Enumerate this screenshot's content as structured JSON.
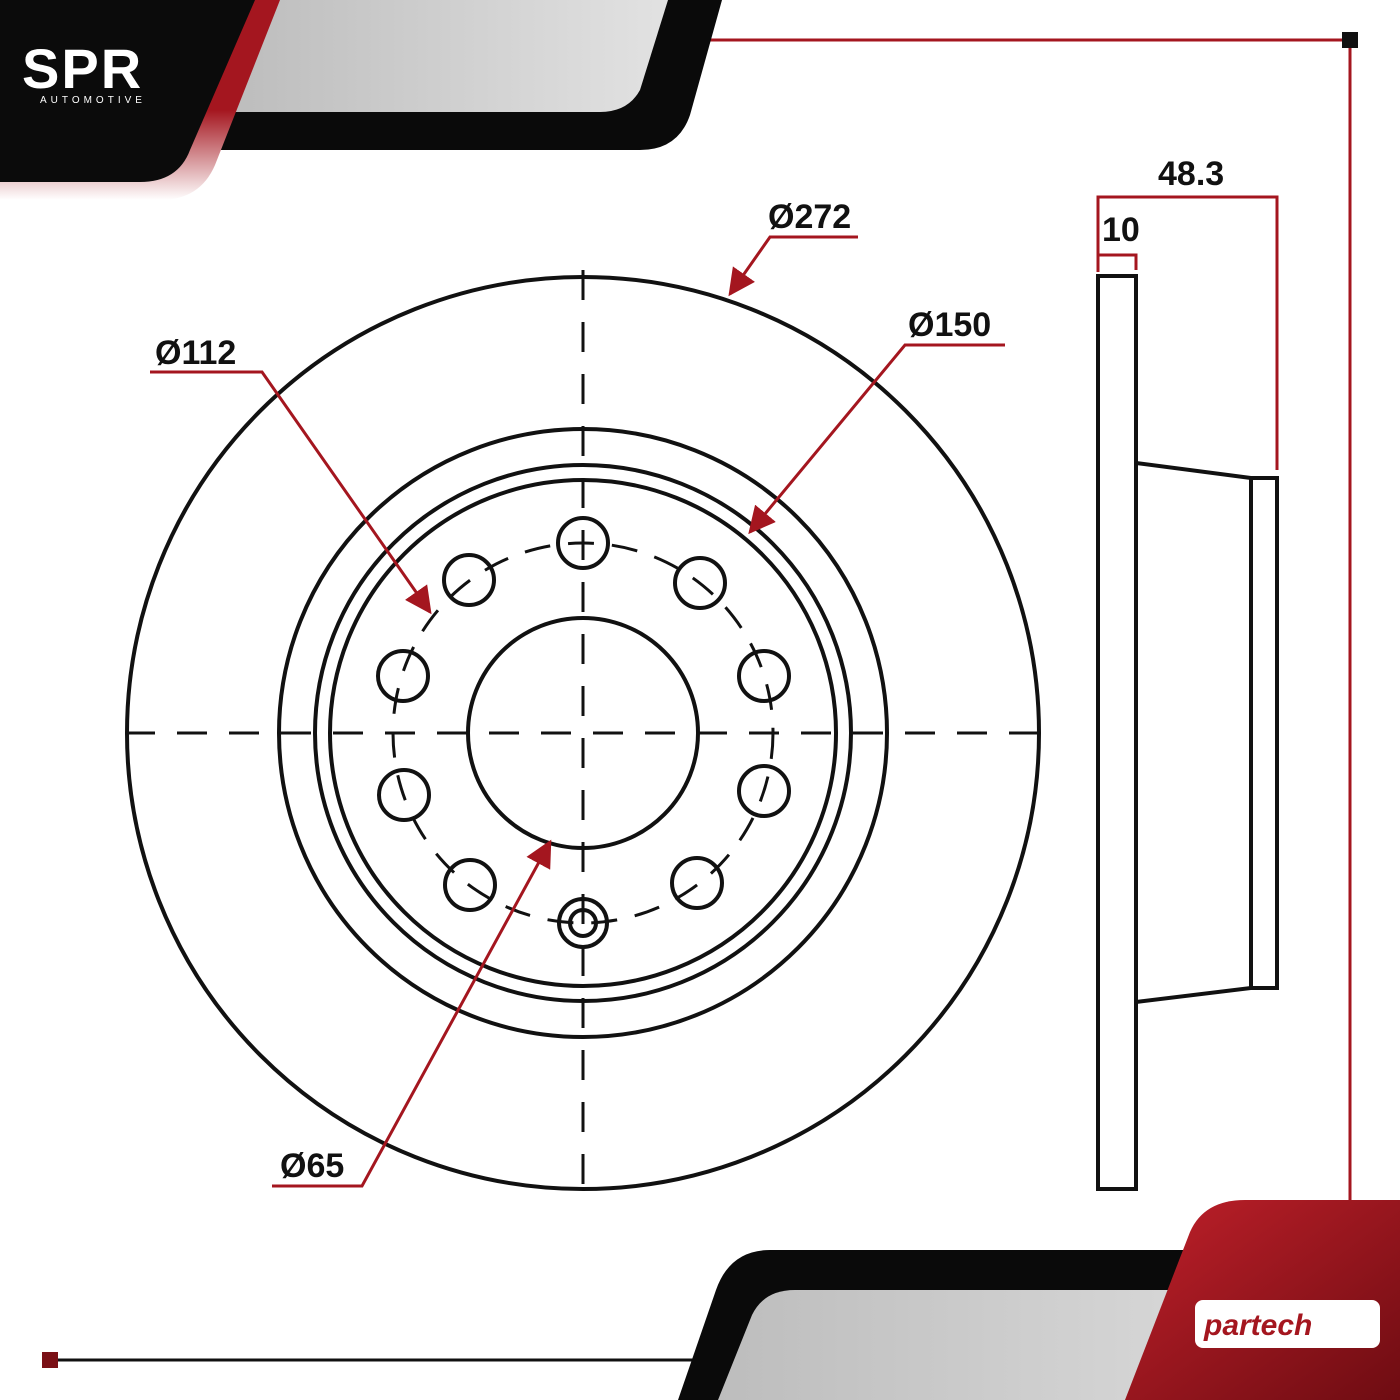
{
  "branding": {
    "logo_main": "SPR",
    "logo_sub": "AUTOMOTIVE",
    "partner_logo": "partech"
  },
  "colors": {
    "accent": "#a4161f",
    "dark": "#111111",
    "grey": "#d0d0d0",
    "line": "#111111"
  },
  "dimensions": {
    "outer_diameter": "Ø272",
    "hat_diameter": "Ø150",
    "bolt_circle": "Ø112",
    "center_bore": "Ø65",
    "total_height": "48.3",
    "disc_thickness": "10"
  }
}
